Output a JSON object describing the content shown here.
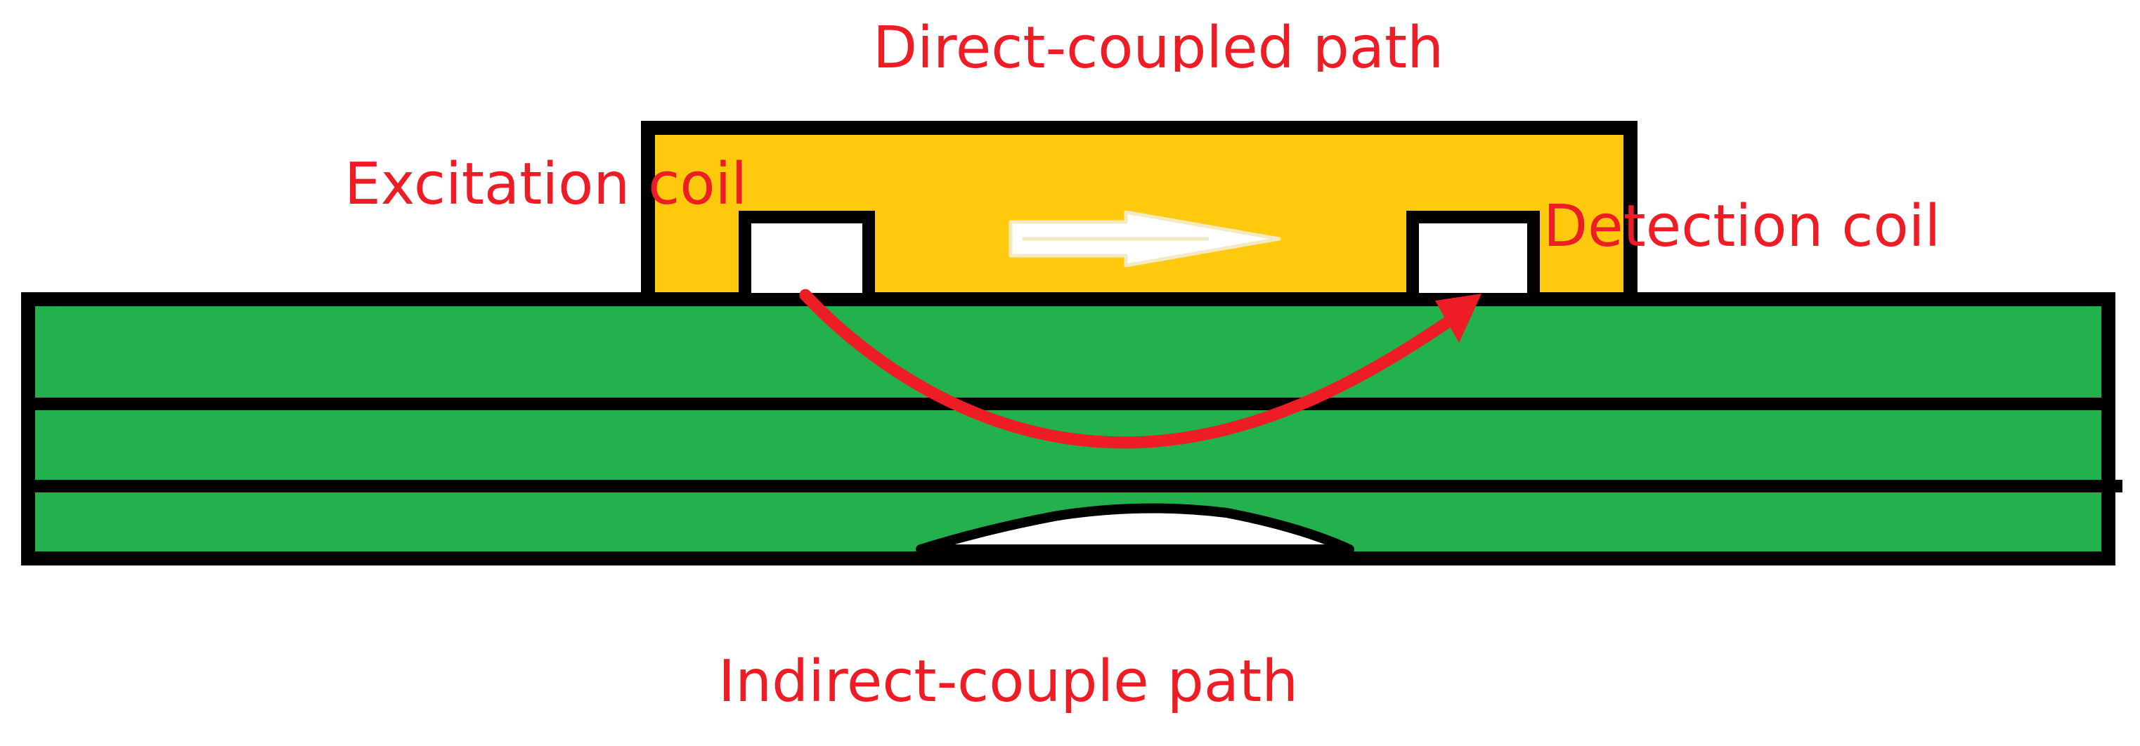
{
  "labels": {
    "direct_coupled_path": "Direct-coupled path",
    "excitation_coil": "Excitation coil",
    "detection_coil": "Detection coil",
    "indirect_couple_path": "Indirect-couple path"
  },
  "colors": {
    "background": "#ffffff",
    "core": "#ffc90e",
    "layers": "#22b14c",
    "outline": "#000000",
    "path_arrow": "#ee1c24",
    "flux_arrow": "#ffffff",
    "label_text": "#ee1c24"
  }
}
